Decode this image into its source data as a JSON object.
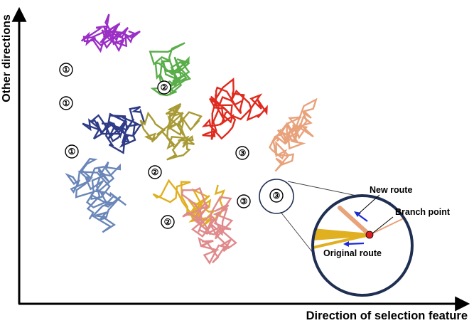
{
  "axes": {
    "x_label": "Direction of selection feature",
    "y_label": "Other directions"
  },
  "colors": {
    "axis": "#000000",
    "purple": "#9b2fc5",
    "green": "#5aae4a",
    "red": "#e02a1e",
    "navy": "#2e3b86",
    "olive": "#a89b35",
    "steel": "#6a86b8",
    "peach": "#e8a27c",
    "gold": "#e0b020",
    "pink": "#e08a8c",
    "zoom_ring": "#1f2f52",
    "branch_point": "#e02020",
    "arrow": "#1a2ad8"
  },
  "markers": [
    {
      "id": "m1a",
      "label": "①"
    },
    {
      "id": "m1b",
      "label": "①"
    },
    {
      "id": "m1c",
      "label": "①"
    },
    {
      "id": "m2a",
      "label": "②"
    },
    {
      "id": "m2b",
      "label": "②"
    },
    {
      "id": "m2c",
      "label": "②"
    },
    {
      "id": "m3a",
      "label": "③"
    },
    {
      "id": "m3b",
      "label": "③"
    },
    {
      "id": "m3c",
      "label": "③"
    }
  ],
  "zoom": {
    "new_route": "New route",
    "branch_point": "Branch point",
    "original_route": "Original route"
  }
}
